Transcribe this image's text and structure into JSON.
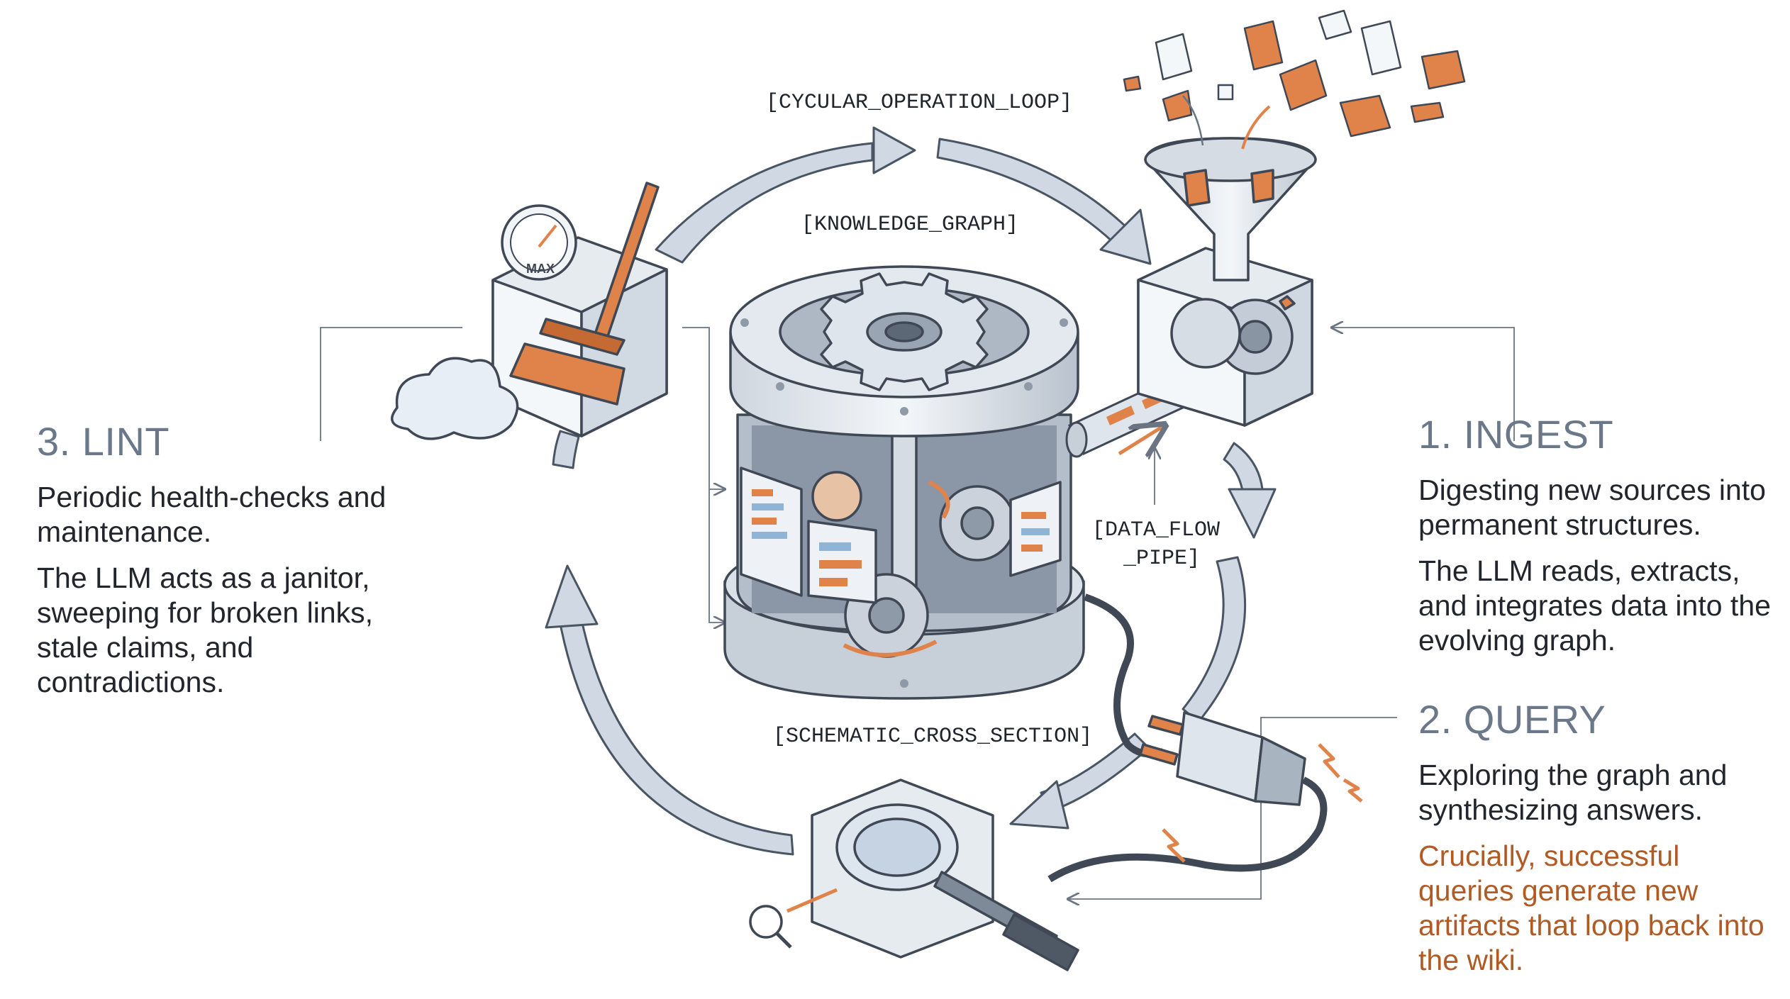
{
  "labels": {
    "cycle": "[CYCULAR_OPERATION_LOOP]",
    "graph": "[KNOWLEDGE_GRAPH]",
    "pipe_line1": "[DATA_FLOW",
    "pipe_line2": "_PIPE]",
    "section": "[SCHEMATIC_CROSS_SECTION]",
    "gauge": "MAX"
  },
  "ingest": {
    "title": "1. INGEST",
    "line1": "Digesting new sources into permanent structures.",
    "line2": "The LLM reads, extracts, and integrates data into the evolving graph."
  },
  "query": {
    "title": "2. QUERY",
    "line1": "Exploring the graph and synthesizing answers.",
    "line2": "Crucially, successful queries generate new artifacts that loop back into the wiki."
  },
  "lint": {
    "title": "3. LINT",
    "line1": "Periodic health-checks and maintenance.",
    "line2": "The LLM acts as a janitor, sweeping for broken links, stale claims, and contradictions."
  },
  "colors": {
    "accent": "#e0834a",
    "accent_text": "#b05a24",
    "heading": "#6b7889",
    "arrow": "#c9d3df",
    "outline": "#4a5563"
  }
}
